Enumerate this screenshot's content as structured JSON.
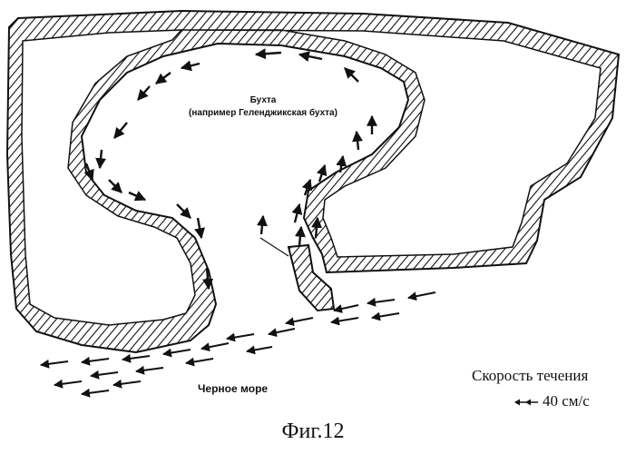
{
  "figure": {
    "bay_name": "Бухта",
    "bay_example": "(например Геленджикская бухта)",
    "sea_name": "Черное море",
    "legend": {
      "title": "Скорость течения",
      "scale_value": "40 см/с"
    },
    "caption": "Фиг.12"
  },
  "colors": {
    "ink": "#111111",
    "paper": "#ffffff"
  }
}
